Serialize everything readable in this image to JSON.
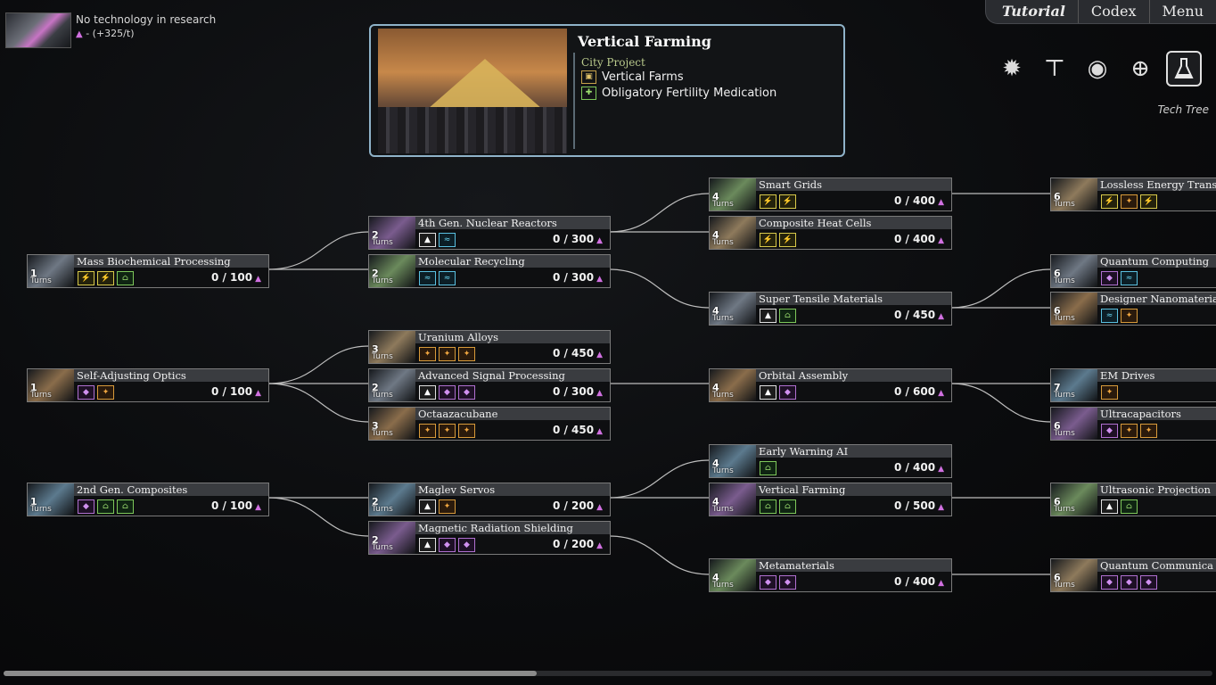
{
  "research_status": {
    "text": "No technology in research",
    "rate": "- (+325/t)",
    "science_icon": "science-flask-icon"
  },
  "nav": {
    "tutorial": "Tutorial",
    "codex": "Codex",
    "menu": "Menu"
  },
  "view_icons": [
    "sun-icon",
    "hammer-icon",
    "eye-icon",
    "crosshair-icon",
    "flask-icon"
  ],
  "view_caption": "Tech Tree",
  "detail": {
    "title": "Vertical Farming",
    "kind": "City Project",
    "unlocks": [
      "Vertical Farms",
      "Obligatory Fertility Medication"
    ]
  },
  "turns_label": "Turns",
  "colors": {
    "link_line": "#bdbdbd",
    "panel_border": "#8fb3c9",
    "science": "#d070e0"
  },
  "techs": [
    {
      "id": "mass-biochemical-processing",
      "name": "Mass Biochemical Processing",
      "turns": "1",
      "cost": "0 / 100",
      "icons": [
        "yellow",
        "yellow",
        "green"
      ]
    },
    {
      "id": "self-adjusting-optics",
      "name": "Self-Adjusting Optics",
      "turns": "1",
      "cost": "0 / 100",
      "icons": [
        "purple",
        "orange"
      ]
    },
    {
      "id": "2nd-gen-composites",
      "name": "2nd Gen. Composites",
      "turns": "1",
      "cost": "0 / 100",
      "icons": [
        "purple",
        "green",
        "green"
      ]
    },
    {
      "id": "4th-gen-nuclear-reactors",
      "name": "4th Gen. Nuclear Reactors",
      "turns": "2",
      "cost": "0 / 300",
      "icons": [
        "white",
        "cyan"
      ]
    },
    {
      "id": "molecular-recycling",
      "name": "Molecular Recycling",
      "turns": "2",
      "cost": "0 / 300",
      "icons": [
        "cyan",
        "cyan"
      ]
    },
    {
      "id": "uranium-alloys",
      "name": "Uranium Alloys",
      "turns": "3",
      "cost": "0 / 450",
      "icons": [
        "orange",
        "orange",
        "orange"
      ]
    },
    {
      "id": "advanced-signal-processing",
      "name": "Advanced Signal Processing",
      "turns": "2",
      "cost": "0 / 300",
      "icons": [
        "white",
        "purple",
        "purple"
      ]
    },
    {
      "id": "octaazacubane",
      "name": "Octaazacubane",
      "turns": "3",
      "cost": "0 / 450",
      "icons": [
        "orange",
        "orange",
        "orange"
      ]
    },
    {
      "id": "maglev-servos",
      "name": "Maglev Servos",
      "turns": "2",
      "cost": "0 / 200",
      "icons": [
        "white",
        "orange"
      ]
    },
    {
      "id": "magnetic-radiation-shielding",
      "name": "Magnetic Radiation Shielding",
      "turns": "2",
      "cost": "0 / 200",
      "icons": [
        "white",
        "purple",
        "purple"
      ]
    },
    {
      "id": "smart-grids",
      "name": "Smart Grids",
      "turns": "4",
      "cost": "0 / 400",
      "icons": [
        "yellow",
        "yellow"
      ]
    },
    {
      "id": "composite-heat-cells",
      "name": "Composite Heat Cells",
      "turns": "4",
      "cost": "0 / 400",
      "icons": [
        "yellow",
        "yellow"
      ]
    },
    {
      "id": "super-tensile-materials",
      "name": "Super Tensile Materials",
      "turns": "4",
      "cost": "0 / 450",
      "icons": [
        "white",
        "green"
      ]
    },
    {
      "id": "orbital-assembly",
      "name": "Orbital Assembly",
      "turns": "4",
      "cost": "0 / 600",
      "icons": [
        "white",
        "purple"
      ]
    },
    {
      "id": "early-warning-ai",
      "name": "Early Warning AI",
      "turns": "4",
      "cost": "0 / 400",
      "icons": [
        "green"
      ]
    },
    {
      "id": "vertical-farming",
      "name": "Vertical Farming",
      "turns": "4",
      "cost": "0 / 500",
      "icons": [
        "green",
        "green"
      ]
    },
    {
      "id": "metamaterials",
      "name": "Metamaterials",
      "turns": "4",
      "cost": "0 / 400",
      "icons": [
        "purple",
        "purple"
      ]
    },
    {
      "id": "lossless-energy-transfer",
      "name": "Lossless Energy Transf",
      "turns": "6",
      "cost": "",
      "icons": [
        "yellow",
        "orange",
        "yellow"
      ]
    },
    {
      "id": "quantum-computing",
      "name": "Quantum Computing",
      "turns": "6",
      "cost": "",
      "icons": [
        "purple",
        "cyan"
      ]
    },
    {
      "id": "designer-nanomaterials",
      "name": "Designer Nanomateria",
      "turns": "6",
      "cost": "",
      "icons": [
        "cyan",
        "orange"
      ]
    },
    {
      "id": "em-drives",
      "name": "EM Drives",
      "turns": "7",
      "cost": "",
      "icons": [
        "orange"
      ]
    },
    {
      "id": "ultracapacitors",
      "name": "Ultracapacitors",
      "turns": "6",
      "cost": "",
      "icons": [
        "purple",
        "orange",
        "orange"
      ]
    },
    {
      "id": "ultrasonic-projection",
      "name": "Ultrasonic Projection",
      "turns": "6",
      "cost": "",
      "icons": [
        "white",
        "green"
      ]
    },
    {
      "id": "quantum-communication",
      "name": "Quantum Communica",
      "turns": "6",
      "cost": "",
      "icons": [
        "purple",
        "purple",
        "purple"
      ]
    }
  ]
}
